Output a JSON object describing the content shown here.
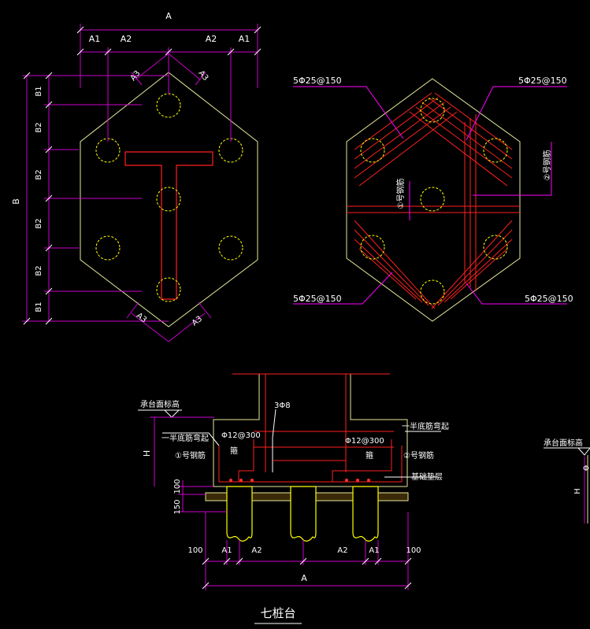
{
  "colors": {
    "background": "#000000",
    "dimension": "#cc00cc",
    "outline": "#e8e89a",
    "pile": "#ffff00",
    "rebar": "#ff2020",
    "text": "#ffffff",
    "leader": "#ff00ff"
  },
  "plan_view": {
    "dim_a_total": "A",
    "dim_a1_left": "A1",
    "dim_a2_left": "A2",
    "dim_a2_right": "A2",
    "dim_a1_right": "A1",
    "dim_a3_top_left": "A3",
    "dim_a3_top_right": "A3",
    "dim_a3_bottom_left": "A3",
    "dim_a3_bottom_right": "A3",
    "dim_b_total": "B",
    "dim_b_segments": [
      "B1",
      "B2",
      "B2",
      "B2",
      "B2",
      "B1"
    ]
  },
  "rebar_view": {
    "label_top_left": "5Φ25@150",
    "label_top_right": "5Φ25@150",
    "label_bottom_left": "5Φ25@150",
    "label_bottom_right": "5Φ25@150",
    "bar1_vertical": "①号钢筋",
    "bar2_vertical": "②号钢筋"
  },
  "section_view": {
    "top_elevation_label": "承台面标高",
    "stirrup_label": "3Φ8",
    "left_bend_note": "一半底筋弯起",
    "right_bend_note": "一半底筋弯起",
    "left_spacing": "Φ12@300",
    "right_spacing": "Φ12@300",
    "left_small_char": "箍",
    "right_small_char": "箍",
    "left_bar_ref": "①号钢筋",
    "right_bar_ref": "②号钢筋",
    "cushion_label": "基础垫层",
    "dim_h": "H",
    "dim_100_vertical": "100",
    "dim_150_vertical": "150",
    "bottom_dims": [
      "100",
      "A1",
      "A2",
      "A2",
      "A1",
      "100"
    ],
    "bottom_total": "A",
    "title": "七桩台"
  },
  "partial_view": {
    "top_elevation_label": "承台面标高",
    "dim_h": "H",
    "cut_char": "Φ"
  }
}
